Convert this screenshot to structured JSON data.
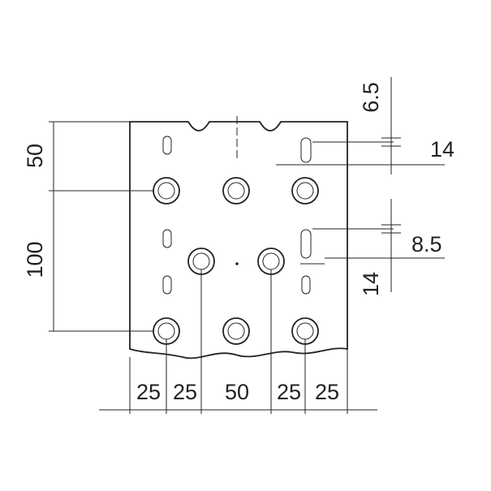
{
  "drawing": {
    "horizontal_dims": [
      "25",
      "25",
      "50",
      "25",
      "25"
    ],
    "vertical_dims": [
      "50",
      "100"
    ],
    "right_dims": {
      "top_offset": "6.5",
      "slot_width_top": "14",
      "middle_offset": "8.5",
      "slot_width_right": "14"
    }
  }
}
